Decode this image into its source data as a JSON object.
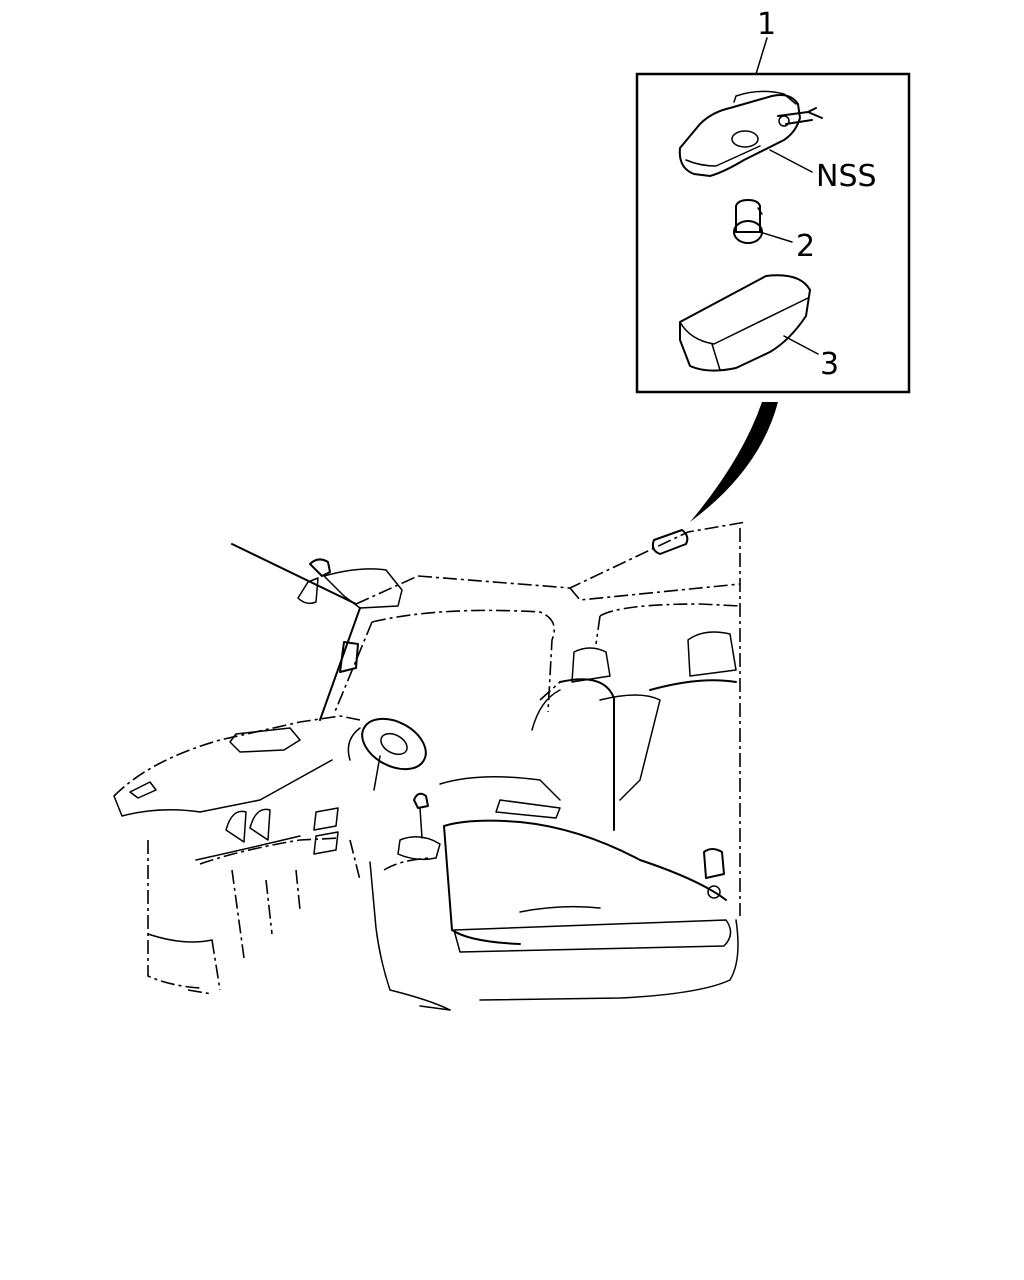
{
  "callouts": {
    "item_1": "1",
    "nss": "NSS",
    "item_2": "2",
    "item_3": "3"
  }
}
